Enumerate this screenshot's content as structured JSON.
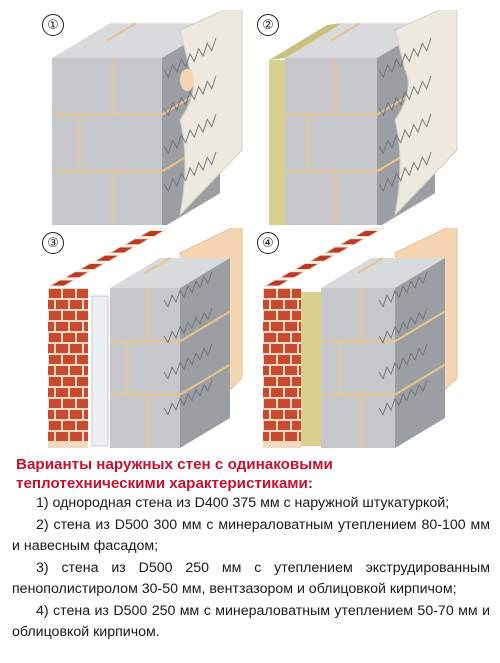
{
  "figures": [
    {
      "number": "①",
      "kind": "homogeneous-wall-with-plaster"
    },
    {
      "number": "②",
      "kind": "wall-with-mineral-wool-and-ventilated-facade"
    },
    {
      "number": "③",
      "kind": "wall-with-extruded-polystyrene-and-brick-cladding"
    },
    {
      "number": "④",
      "kind": "wall-with-mineral-wool-and-brick-cladding"
    }
  ],
  "caption": {
    "title_line1": "Варианты наружных стен с одинаковыми",
    "title_line2": "теплотехническими характеристиками:",
    "items": [
      "1) однородная стена из D400 375 мм с наружной штукатуркой;",
      "2) стена из D500 300 мм с минераловатным утеплением 80-100 мм и навесным фасадом;",
      "3) стена из D500 250 мм с утеплением экструдированным пенополистиролом 30-50 мм, вентзазором и облицовкой кирпичом;",
      "4) стена из D500 250 мм с минераловатным утеплением 50-70 мм и облицовкой кирпичом."
    ]
  },
  "colors": {
    "block_front": "#c5c7ca",
    "block_top": "#d8dadc",
    "block_side": "#9b9ea2",
    "joint": "#e7c58e",
    "plaster": "#ece9df",
    "render": "#f6d5b2",
    "insulation": "#d9d08f",
    "brick": "#c84a30",
    "brick_top": "#b83a24",
    "mortar": "#f2d9c2",
    "foam": "#edf0f3",
    "caption_title": "#c8102e"
  }
}
